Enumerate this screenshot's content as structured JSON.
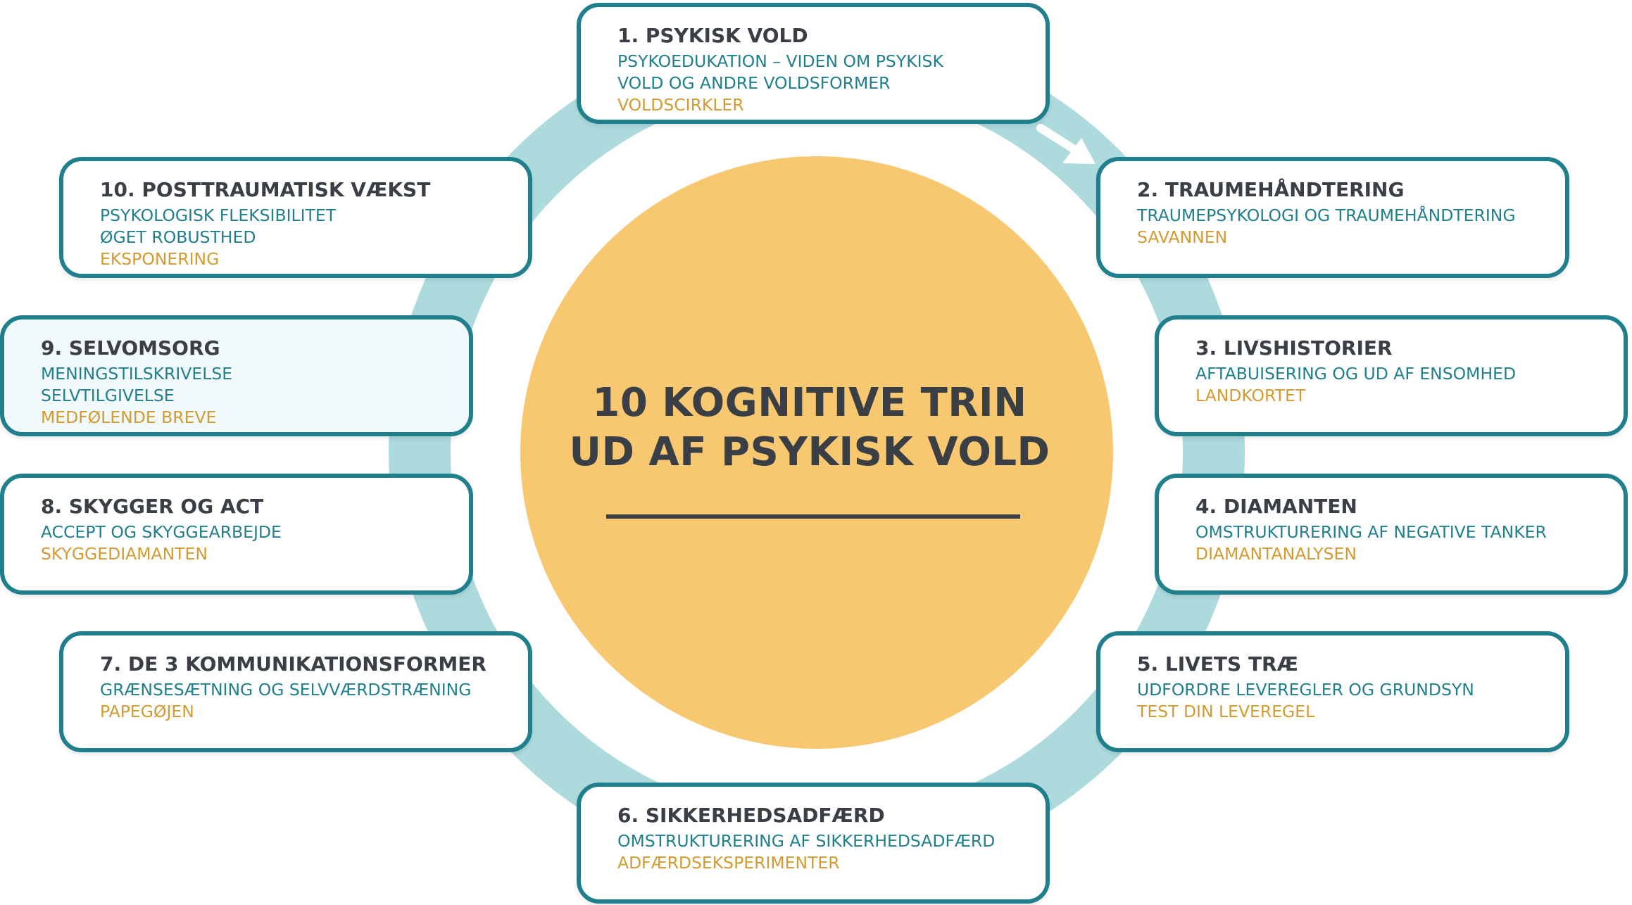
{
  "center": {
    "title_line1": "10 KOGNITIVE TRIN",
    "title_line2": "UD AF PSYKISK VOLD"
  },
  "colors": {
    "box_border": "#1f7f8c",
    "title_text": "#3a3f45",
    "teal_text": "#1f7f8c",
    "ochre_text": "#d39b2f",
    "ring": "#acdadd",
    "center_circle": "#f8c871"
  },
  "steps": [
    {
      "title": "1. PSYKISK VOLD",
      "lines": [
        "PSYKOEDUKATION – VIDEN OM PSYKISK",
        "VOLD OG ANDRE VOLDSFORMER"
      ],
      "exercise": "VOLDSCIRKLER"
    },
    {
      "title": "2. TRAUMEHÅNDTERING",
      "lines": [
        "TRAUMEPSYKOLOGI OG TRAUMEHÅNDTERING"
      ],
      "exercise": "SAVANNEN"
    },
    {
      "title": "3. LIVSHISTORIER",
      "lines": [
        "AFTABUISERING OG UD AF ENSOMHED"
      ],
      "exercise": "LANDKORTET"
    },
    {
      "title": "4. DIAMANTEN",
      "lines": [
        "OMSTRUKTURERING AF NEGATIVE TANKER"
      ],
      "exercise": "DIAMANTANALYSEN"
    },
    {
      "title": "5. LIVETS TRÆ",
      "lines": [
        "UDFORDRE LEVEREGLER OG GRUNDSYN"
      ],
      "exercise": "TEST DIN LEVEREGEL"
    },
    {
      "title": "6. SIKKERHEDSADFÆRD",
      "lines": [
        "OMSTRUKTURERING AF SIKKERHEDSADFÆRD"
      ],
      "exercise": "ADFÆRDSEKSPERIMENTER"
    },
    {
      "title": "7. DE 3 KOMMUNIKATIONSFORMER",
      "lines": [
        "GRÆNSESÆTNING OG SELVVÆRDSTRÆNING"
      ],
      "exercise": "PAPEGØJEN"
    },
    {
      "title": "8. SKYGGER OG ACT",
      "lines": [
        "ACCEPT OG SKYGGEARBEJDE"
      ],
      "exercise": "SKYGGEDIAMANTEN"
    },
    {
      "title": "9. SELVOMSORG",
      "lines": [
        "MENINGSTILSKRIVELSE",
        "SELVTILGIVELSE"
      ],
      "exercise": "MEDFØLENDE BREVE"
    },
    {
      "title": "10. POSTTRAUMATISK VÆKST",
      "lines": [
        "PSYKOLOGISK FLEKSIBILITET",
        "ØGET ROBUSTHED"
      ],
      "exercise": "EKSPONERING"
    }
  ]
}
